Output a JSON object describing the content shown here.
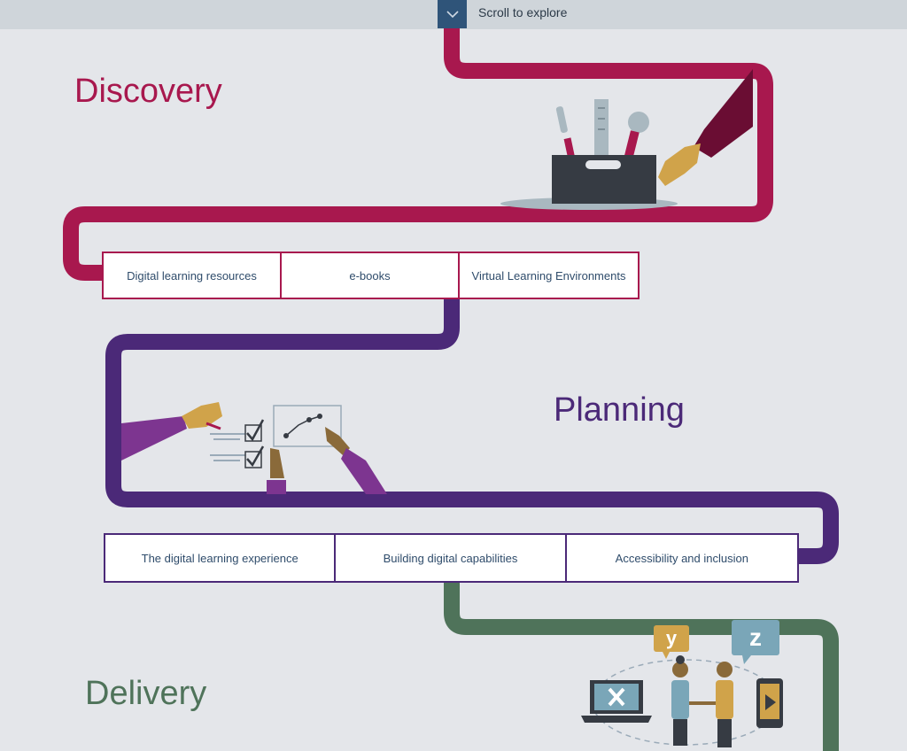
{
  "header": {
    "scroll_label": "Scroll to explore",
    "scroll_icon": "chevron-down-icon"
  },
  "sections": {
    "discovery": {
      "title": "Discovery",
      "color": "#a8184e",
      "illustration_icon": "toolbox-icon",
      "links": [
        "Digital learning resources",
        "e-books",
        "Virtual Learning Environments"
      ]
    },
    "planning": {
      "title": "Planning",
      "color": "#4b2978",
      "illustration_icon": "planning-board-icon",
      "links": [
        "The digital learning experience",
        "Building digital capabilities",
        "Accessibility and inclusion"
      ]
    },
    "delivery": {
      "title": "Delivery",
      "color": "#4f735a",
      "illustration_icon": "collaboration-devices-icon",
      "bubbles": [
        "y",
        "z"
      ]
    }
  }
}
